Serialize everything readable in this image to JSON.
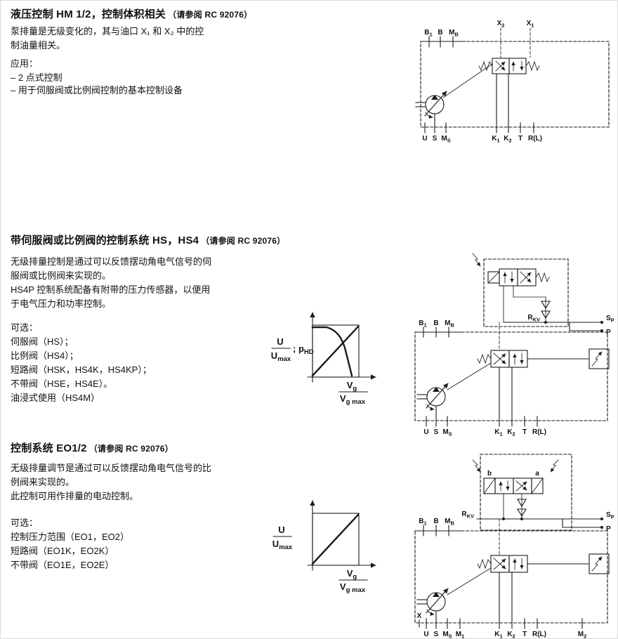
{
  "sections": [
    {
      "title": "液压控制 HM 1/2，控制体积相关",
      "ref": "（请参阅 RC 92076）",
      "body": [
        "泵排量是无级变化的，其与油口 X₁ 和 X₂ 中的控制油量相关。"
      ],
      "options_header": "应用：",
      "options": [
        "– 2 点式控制",
        "– 用于伺服阀或比例阀控制的基本控制设备"
      ]
    },
    {
      "title": "带伺服阀或比例阀的控制系统 HS，HS4",
      "ref": "（请参阅 RC 92076）",
      "body": [
        "无级排量控制是通过可以反馈摆动角电气信号的伺服阀或比例阀来实现的。",
        "HS4P 控制系统配备有附带的压力传感器，以便用于电气压力和功率控制。"
      ],
      "options_header": "可选：",
      "options": [
        "伺服阀（HS）；",
        "比例阀（HS4）；",
        "短路阀（HSK，HS4K，HS4KP）；",
        "不带阀（HSE，HS4E）。",
        "油浸式使用（HS4M）"
      ]
    },
    {
      "title": "控制系统 EO1/2",
      "ref": "（请参阅 RC 92076）",
      "body": [
        "无级排量调节是通过可以反馈摆动角电气信号的比例阀来实现的。",
        "此控制可用作排量的电动控制。"
      ],
      "options_header": "可选：",
      "options": [
        "控制压力范围（EO1，EO2）",
        "短路阀（EO1K，EO2K）",
        "不带阀（EO1E，EO2E）"
      ]
    }
  ],
  "charts": {
    "hs": {
      "y_num": "U",
      "y_den": {
        "main": "U",
        "sub": "max"
      },
      "y_extra": {
        "main": "; p",
        "sub": "HD"
      },
      "x_num": {
        "main": "V",
        "sub": "g"
      },
      "x_den": {
        "main": "V",
        "sub": "g max"
      }
    },
    "eo": {
      "y_num": "U",
      "y_den": {
        "main": "U",
        "sub": "max"
      },
      "x_num": {
        "main": "V",
        "sub": "g"
      },
      "x_den": {
        "main": "V",
        "sub": "g max"
      }
    }
  },
  "chart_data": [
    {
      "type": "line",
      "title": "HS/HS4 控制特性",
      "ylabel": "U/Umax ; pHD",
      "xlabel": "Vg/Vg max",
      "xlim": [
        0,
        1
      ],
      "ylim": [
        0,
        1
      ],
      "grid": false,
      "series": [
        {
          "name": "U/Umax",
          "points": [
            [
              0,
              0
            ],
            [
              1,
              1
            ]
          ]
        },
        {
          "name": "pHD",
          "points": [
            [
              0,
              1
            ],
            [
              0.3,
              1
            ],
            [
              0.65,
              0.5
            ],
            [
              0.85,
              0
            ]
          ]
        }
      ]
    },
    {
      "type": "line",
      "title": "EO1/2 控制特性",
      "ylabel": "U/Umax",
      "xlabel": "Vg/Vg max",
      "xlim": [
        0,
        1
      ],
      "ylim": [
        0,
        1
      ],
      "grid": false,
      "series": [
        {
          "name": "U/Umax",
          "points": [
            [
              0,
              0
            ],
            [
              1,
              1
            ]
          ]
        }
      ]
    }
  ],
  "diagrams": {
    "hm": {
      "top": [
        {
          "main": "X",
          "sub": "2"
        },
        {
          "main": "X",
          "sub": "1"
        }
      ],
      "left": [
        {
          "main": "B",
          "sub": "1"
        },
        {
          "main": "B"
        },
        {
          "main": "M",
          "sub": "B"
        }
      ],
      "bottom_left": [
        {
          "main": "U"
        },
        {
          "main": "S"
        },
        {
          "main": "M",
          "sub": "S"
        }
      ],
      "bottom_right": [
        {
          "main": "K",
          "sub": "1"
        },
        {
          "main": "K",
          "sub": "2"
        },
        {
          "main": "T"
        },
        {
          "main": "R(L)"
        }
      ]
    },
    "hs": {
      "left": [
        {
          "main": "B",
          "sub": "1"
        },
        {
          "main": "B"
        },
        {
          "main": "M",
          "sub": "B"
        }
      ],
      "rkv": {
        "main": "R",
        "sub": "KV"
      },
      "sp": {
        "main": "S",
        "sub": "P"
      },
      "p": {
        "main": "P"
      },
      "bottom_left": [
        {
          "main": "U"
        },
        {
          "main": "S"
        },
        {
          "main": "M",
          "sub": "S"
        }
      ],
      "bottom_right": [
        {
          "main": "K",
          "sub": "1"
        },
        {
          "main": "K",
          "sub": "2"
        },
        {
          "main": "T"
        },
        {
          "main": "R(L)"
        }
      ]
    },
    "eo": {
      "valve_b": "b",
      "valve_a": "a",
      "left": [
        {
          "main": "B",
          "sub": "1"
        },
        {
          "main": "B"
        },
        {
          "main": "M",
          "sub": "B"
        }
      ],
      "rkv": {
        "main": "R",
        "sub": "KV"
      },
      "sp": {
        "main": "S",
        "sub": "P"
      },
      "p": {
        "main": "P"
      },
      "x_port": "X",
      "bottom_left": [
        {
          "main": "U"
        },
        {
          "main": "S"
        },
        {
          "main": "M",
          "sub": "S"
        },
        {
          "main": "M",
          "sub": "1"
        }
      ],
      "bottom_right": [
        {
          "main": "K",
          "sub": "1"
        },
        {
          "main": "K",
          "sub": "2"
        },
        {
          "main": "T"
        },
        {
          "main": "R(L)"
        }
      ],
      "m2": {
        "main": "M",
        "sub": "2"
      }
    }
  }
}
